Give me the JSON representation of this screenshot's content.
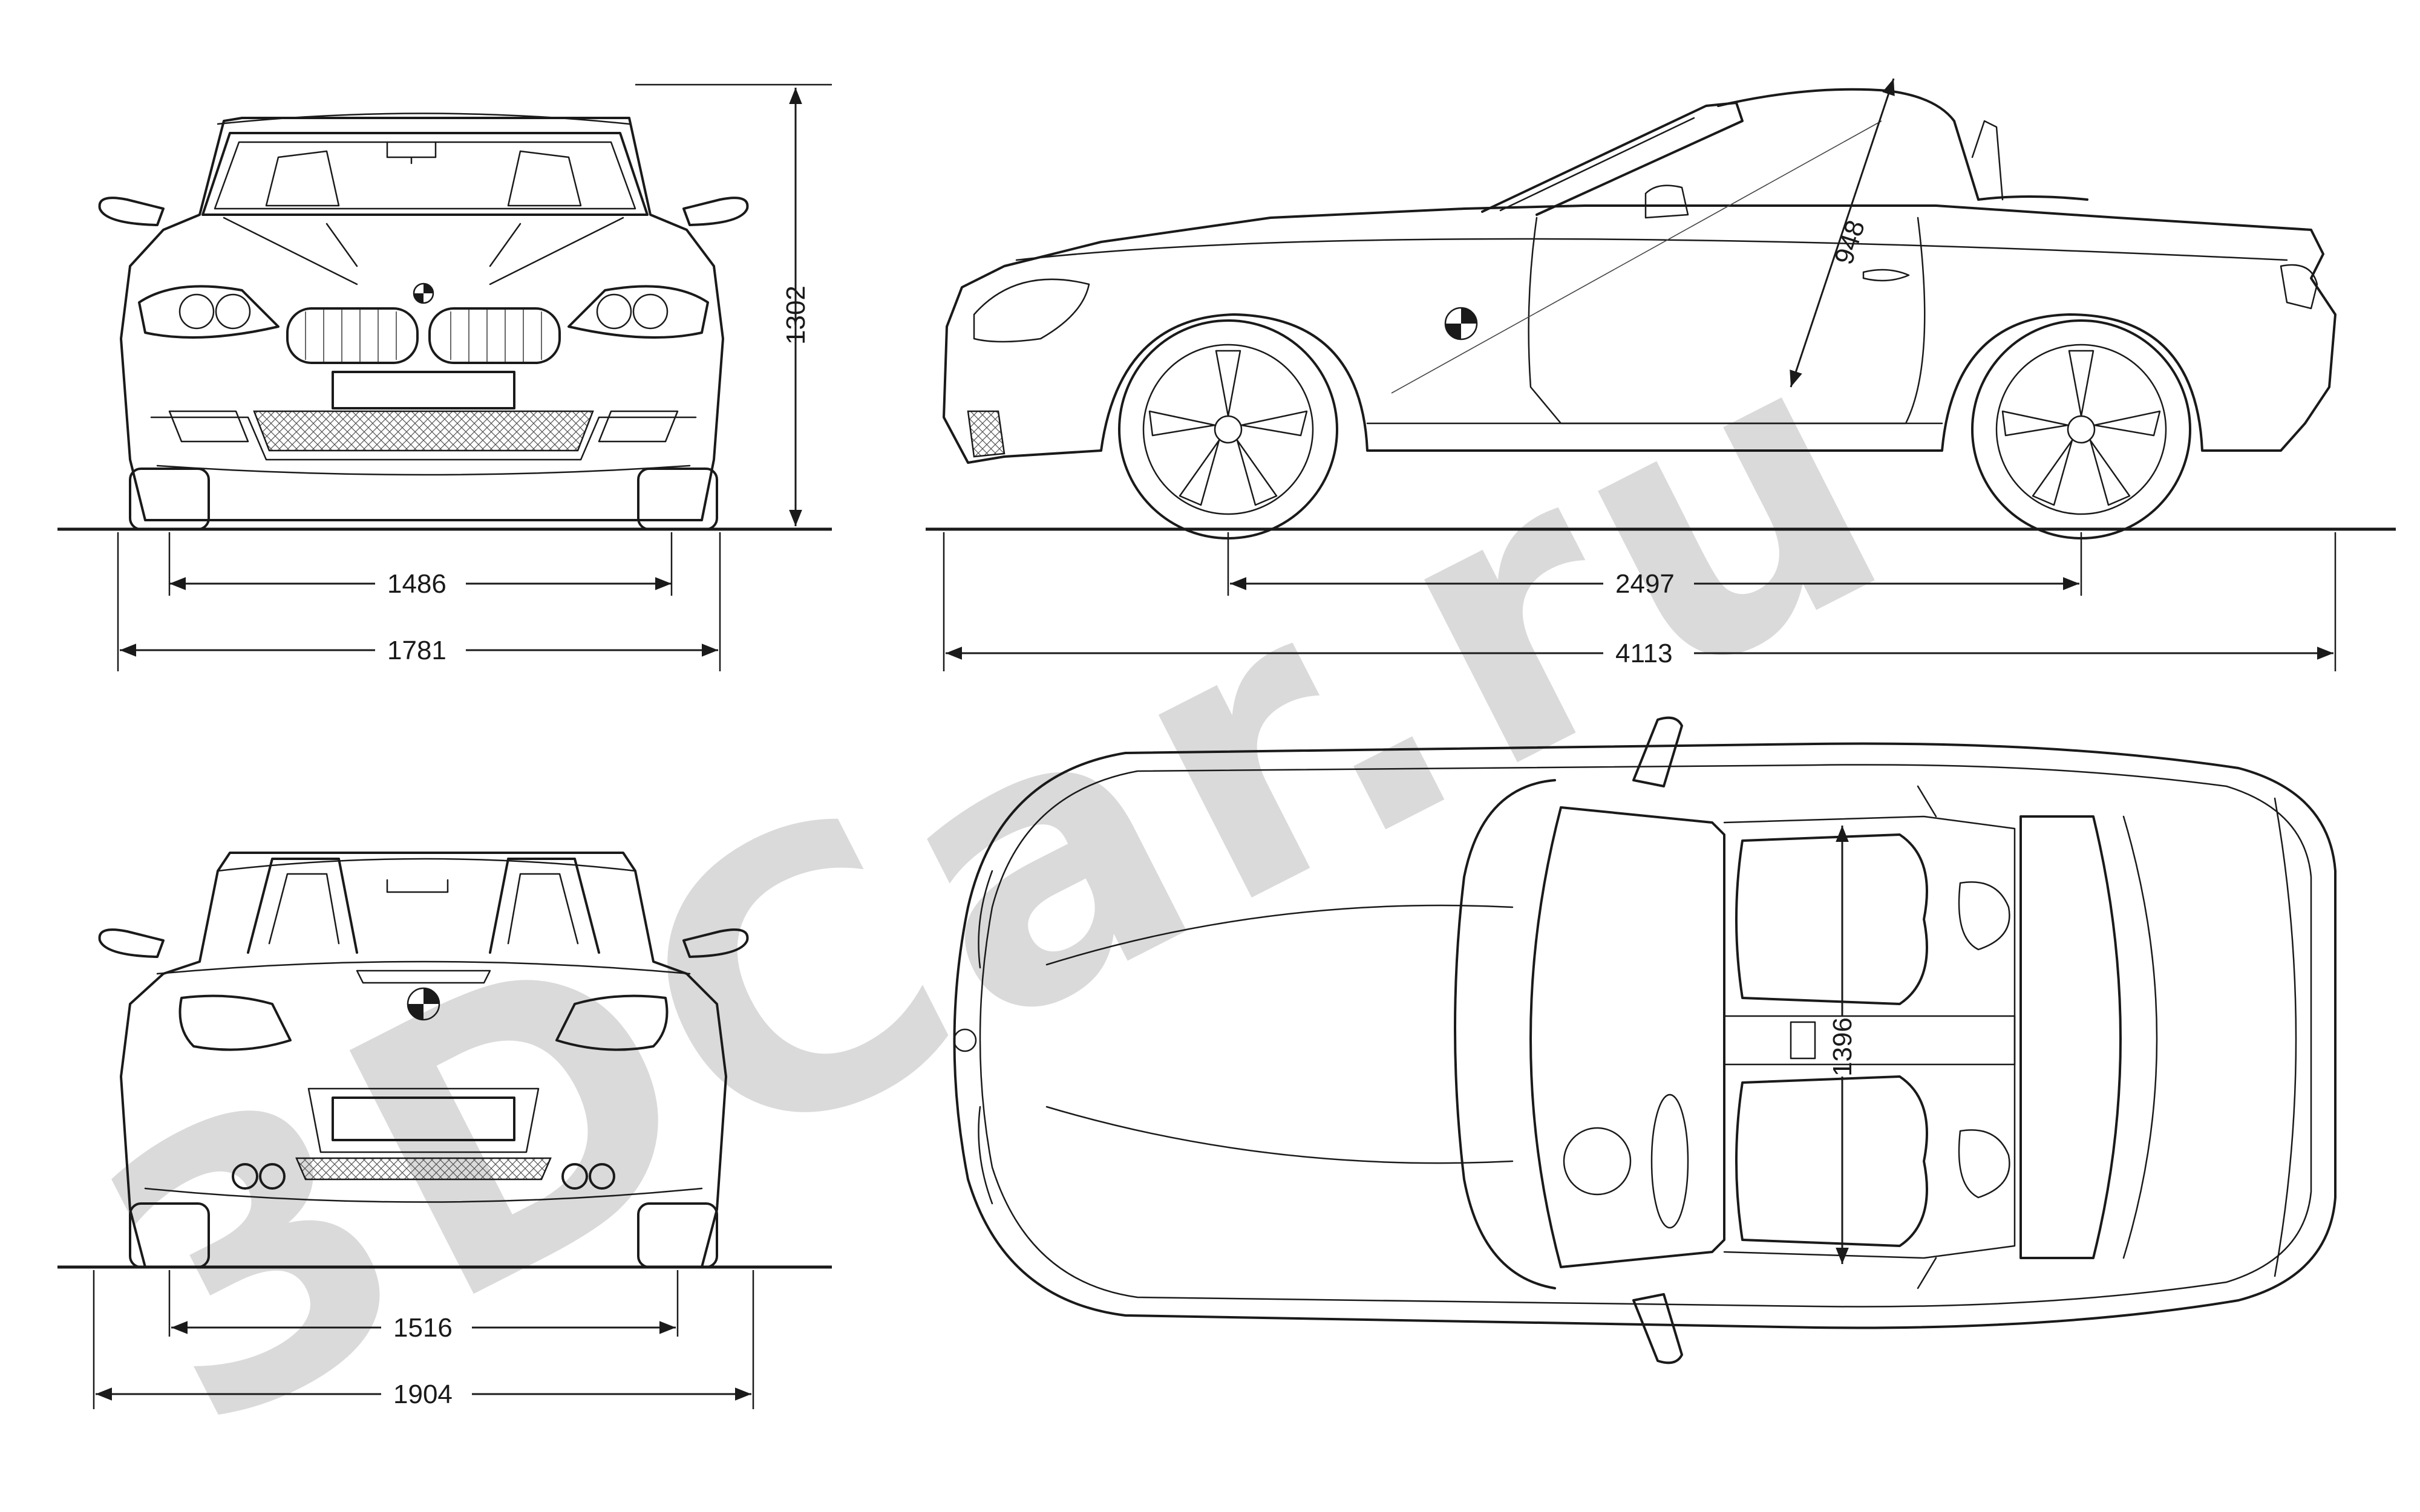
{
  "watermark": "3DCar.ru",
  "dimensions": {
    "front_height": "1302",
    "front_track": "1486",
    "front_width": "1781",
    "side_roof_height": "948",
    "side_wheelbase": "2497",
    "side_length": "4113",
    "rear_track": "1516",
    "rear_width": "1904",
    "top_interior_width": "1396"
  },
  "colors": {
    "line": "#1a1a1a",
    "watermark": "#d4d4d4",
    "background": "#ffffff"
  }
}
